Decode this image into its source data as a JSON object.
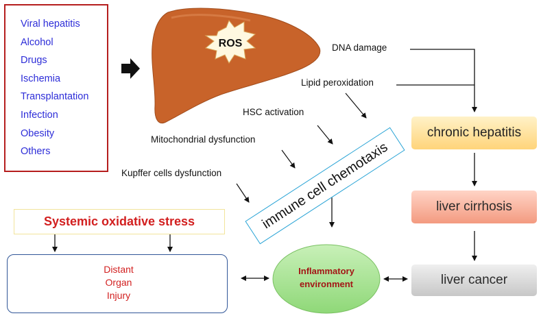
{
  "causes": [
    "Viral hepatitis",
    "Alcohol",
    "Drugs",
    "Ischemia",
    "Transplantation",
    "Infection",
    "Obesity",
    "Others"
  ],
  "liver": {
    "ros_label": "ROS"
  },
  "mechanisms": {
    "dna_damage": "DNA  damage",
    "lipid_peroxidation": "Lipid peroxidation",
    "hsc_activation": "HSC activation",
    "mitochondrial_dysfunction": "Mitochondrial dysfunction",
    "kupffer_dysfunction": "Kupffer cells dysfunction"
  },
  "chemotaxis_label": "immune cell chemotaxis",
  "stages": {
    "chronic_hepatitis": "chronic hepatitis",
    "liver_cirrhosis": "liver cirrhosis",
    "liver_cancer": "liver cancer"
  },
  "systemic_label": "Systemic oxidative stress",
  "distant_injury": {
    "line1": "Distant",
    "line2": "Organ",
    "line3": "Injury"
  },
  "inflammatory": {
    "line1": "Inflammatory",
    "line2": "environment"
  },
  "colors": {
    "liver": "#c8632a",
    "cause_text": "#2d2dd8",
    "cause_border": "#b51d1d",
    "systemic_text": "#d21f1f",
    "inflammatory_fill": "#a5e28e",
    "inflammatory_text": "#a31515",
    "chemotaxis_border": "#2aa4d6"
  }
}
